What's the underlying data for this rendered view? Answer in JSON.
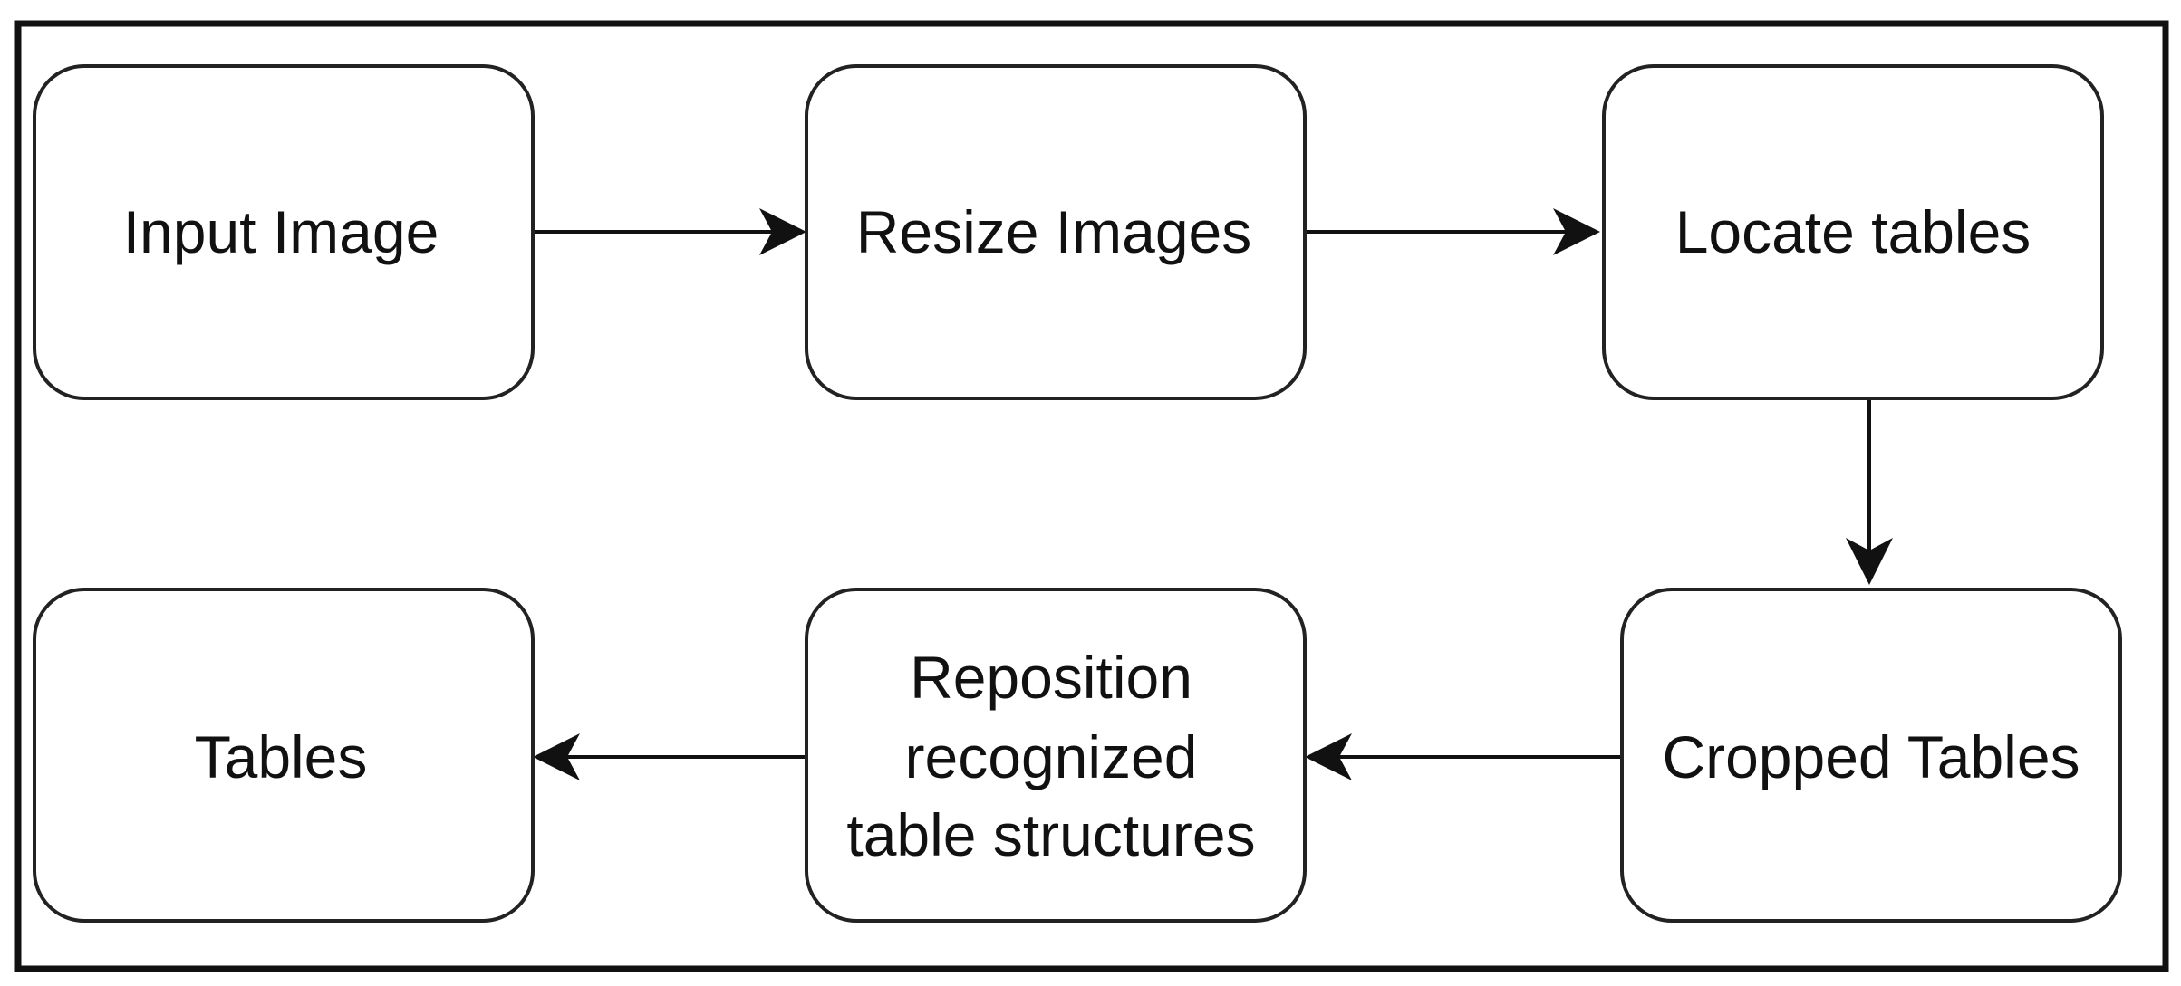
{
  "diagram": {
    "colors": {
      "border": "#111111",
      "node_stroke": "#222222",
      "node_fill": "#ffffff",
      "text": "#111111"
    },
    "nodes": [
      {
        "id": "input-image",
        "lines": [
          "Input Image"
        ]
      },
      {
        "id": "resize-images",
        "lines": [
          "Resize Images"
        ]
      },
      {
        "id": "locate-tables",
        "lines": [
          "Locate tables"
        ]
      },
      {
        "id": "cropped-tables",
        "lines": [
          "Cropped Tables"
        ]
      },
      {
        "id": "reposition",
        "lines": [
          "Reposition",
          "recognized",
          "table structures"
        ]
      },
      {
        "id": "tables",
        "lines": [
          "Tables"
        ]
      }
    ],
    "edges": [
      {
        "from": "input-image",
        "to": "resize-images"
      },
      {
        "from": "resize-images",
        "to": "locate-tables"
      },
      {
        "from": "locate-tables",
        "to": "cropped-tables"
      },
      {
        "from": "cropped-tables",
        "to": "reposition"
      },
      {
        "from": "reposition",
        "to": "tables"
      }
    ]
  }
}
